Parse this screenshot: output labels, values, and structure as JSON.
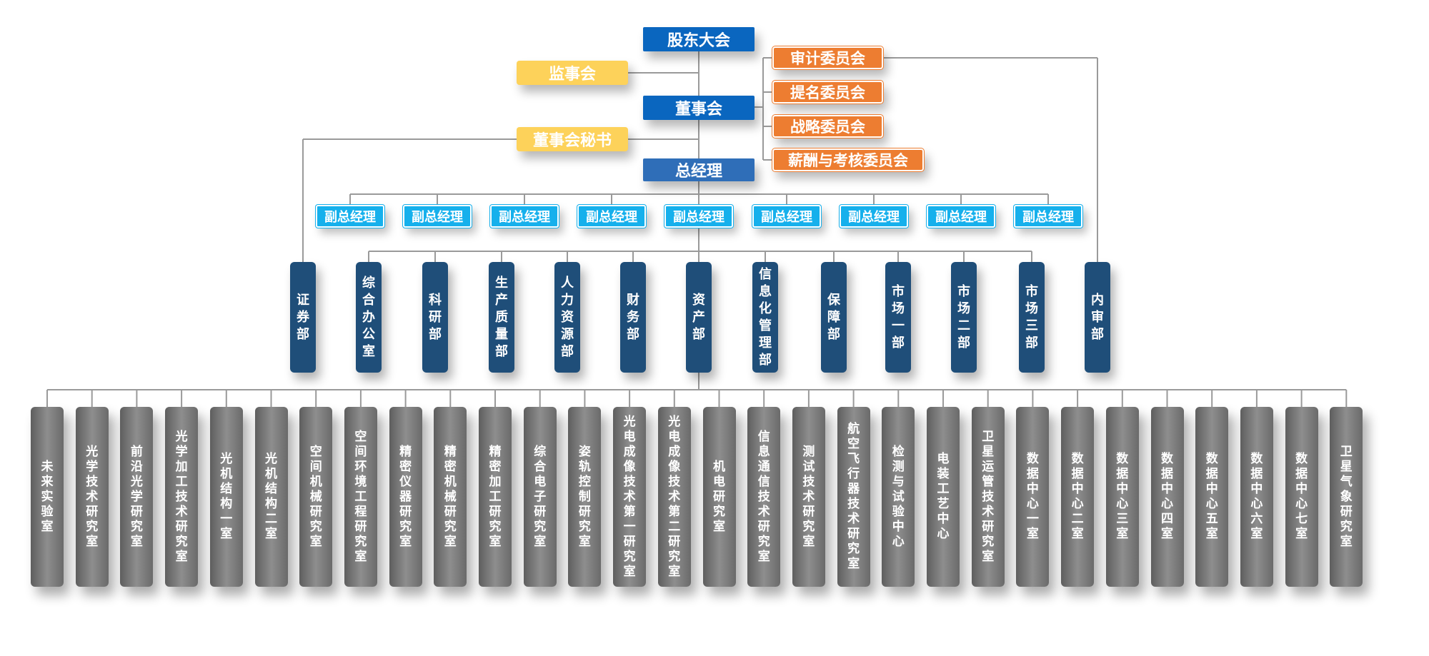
{
  "top": {
    "shareholders": "股东大会",
    "supervisory_board": "监事会",
    "board": "董事会",
    "board_secretary": "董事会秘书",
    "general_manager": "总经理"
  },
  "committees": [
    "审计委员会",
    "提名委员会",
    "战略委员会",
    "薪酬与考核委员会"
  ],
  "vice_managers": [
    "副总经理",
    "副总经理",
    "副总经理",
    "副总经理",
    "副总经理",
    "副总经理",
    "副总经理",
    "副总经理",
    "副总经理"
  ],
  "departments": [
    "证券部",
    "综合办公室",
    "科研部",
    "生产质量部",
    "人力资源部",
    "财务部",
    "资产部",
    "信息化管理部",
    "保障部",
    "市场一部",
    "市场二部",
    "市场三部",
    "内审部"
  ],
  "units": [
    "未来实验室",
    "光学技术研究室",
    "前沿光学研究室",
    "光学加工技术研究室",
    "光机结构一室",
    "光机结构二室",
    "空间机械研究室",
    "空间环境工程研究室",
    "精密仪器研究室",
    "精密机械研究室",
    "精密加工研究室",
    "综合电子研究室",
    "姿轨控制研究室",
    "光电成像技术第一研究室",
    "光电成像技术第二研究室",
    "机电研究室",
    "信息通信技术研究室",
    "测试技术研究室",
    "航空飞行器技术研究室",
    "检测与试验中心",
    "电装工艺中心",
    "卫星运管技术研究室",
    "数据中心一室",
    "数据中心二室",
    "数据中心三室",
    "数据中心四室",
    "数据中心五室",
    "数据中心六室",
    "数据中心七室",
    "卫星气象研究室"
  ],
  "colors": {
    "top_blue": "#0a66bf",
    "yellow": "#fdd25a",
    "orange": "#ed7d31",
    "cyan": "#16b0ec",
    "dept_navy": "#1f4e79",
    "unit_gray": "#7a7a7a",
    "line": "#9a9a9a"
  }
}
